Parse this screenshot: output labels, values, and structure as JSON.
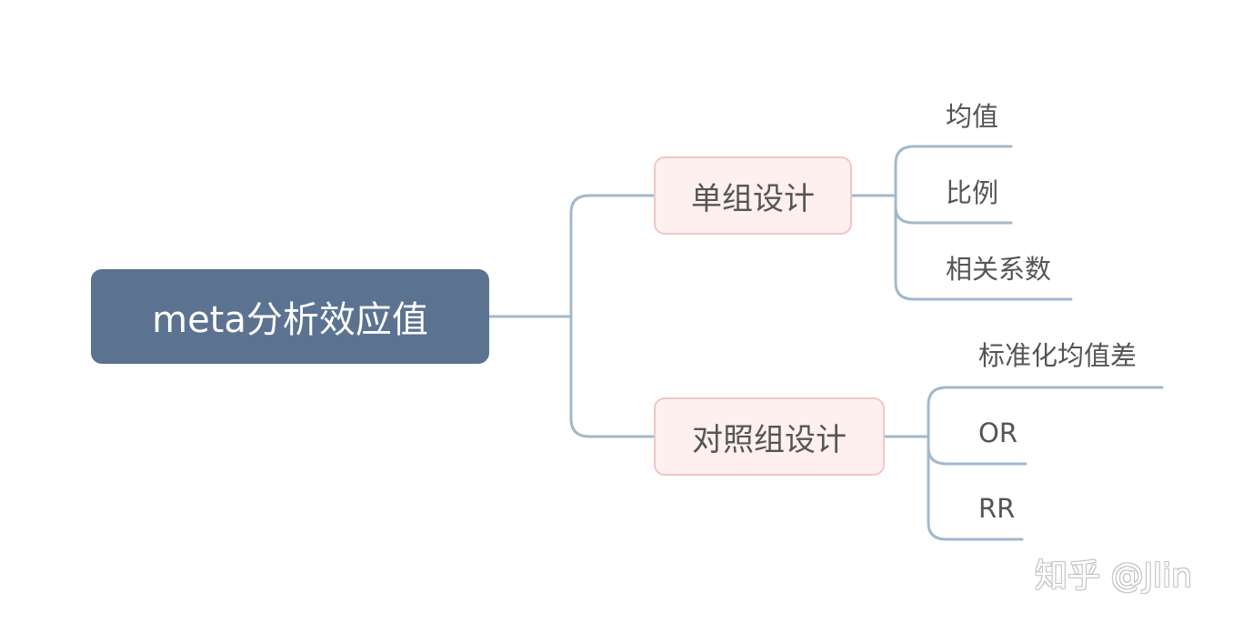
{
  "diagram": {
    "root": {
      "label": "meta分析效应值"
    },
    "branches": [
      {
        "label": "单组设计",
        "leaves": [
          "均值",
          "比例",
          "相关系数"
        ]
      },
      {
        "label": "对照组设计",
        "leaves": [
          "标准化均值差",
          "OR",
          "RR"
        ]
      }
    ],
    "colors": {
      "connector": "#a3b8cb",
      "root_fill": "#5b7291",
      "branch_fill": "#fdf0ef",
      "branch_border": "#efc7c4",
      "text": "#555555"
    }
  },
  "watermark": {
    "text": "知乎 @Jlin"
  }
}
